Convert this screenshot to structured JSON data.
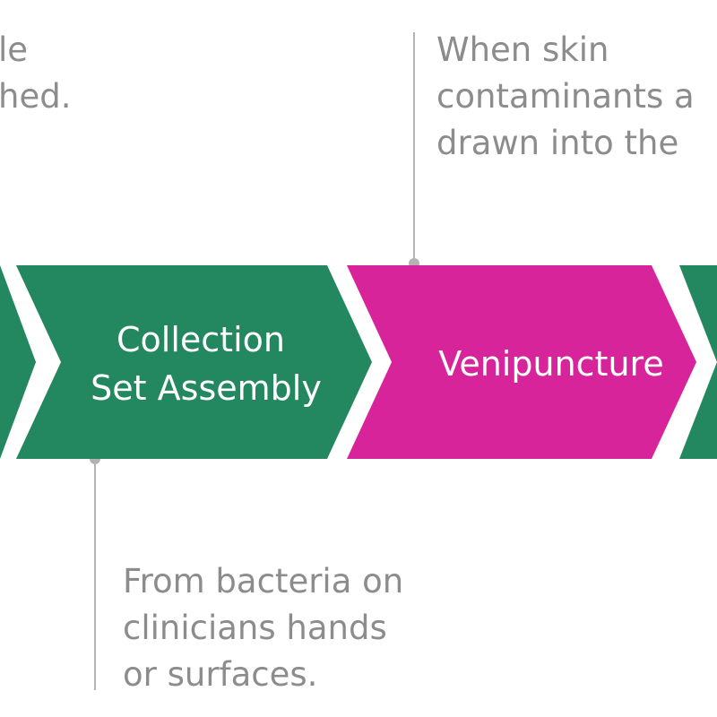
{
  "steps": [
    {
      "label": "",
      "color": "#23875f"
    },
    {
      "label_lines": [
        "Collection",
        "Set Assembly"
      ],
      "color": "#23875f"
    },
    {
      "label": "Venipuncture",
      "color": "#d8249a"
    },
    {
      "label": "",
      "color": "#23875f"
    }
  ],
  "notes": {
    "left_top": "le\nhed.",
    "right_top": "When skin\ncontaminants a\ndrawn into the",
    "bottom": "From bacteria on\nclinicians hands\nor surfaces."
  },
  "colors": {
    "green": "#23875f",
    "magenta": "#d8249a",
    "connector": "#b3b3b3",
    "note_text": "#8c8c8c"
  }
}
